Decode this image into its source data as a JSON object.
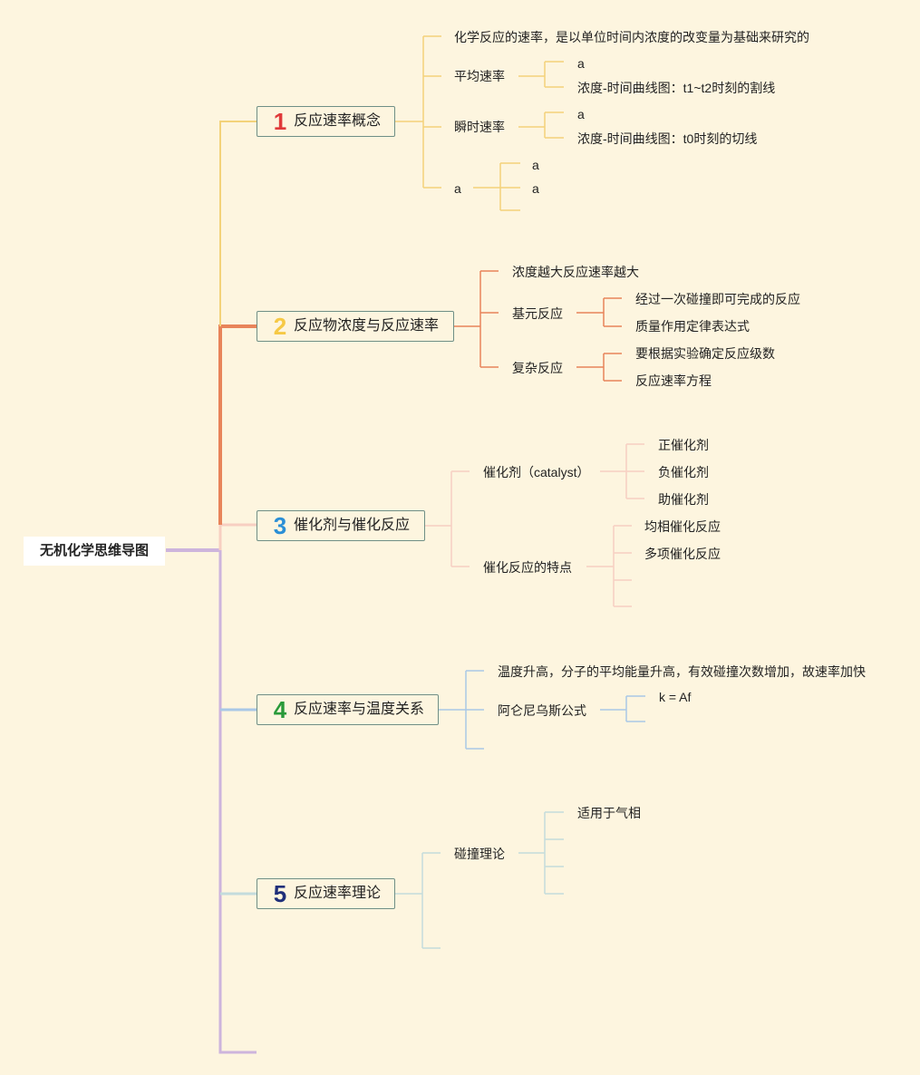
{
  "root": "无机化学思维导图",
  "topics": [
    {
      "num": "1",
      "num_color": "#e03a3a",
      "title": "反应速率概念",
      "line_color": "#f3d27a",
      "children": [
        {
          "label": "化学反应的速率，是以单位时间内浓度的改变量为基础来研究的"
        },
        {
          "label": "平均速率",
          "children": [
            "a",
            "浓度-时间曲线图：t1~t2时刻的割线"
          ]
        },
        {
          "label": "瞬时速率",
          "children": [
            "a",
            "浓度-时间曲线图：t0时刻的切线"
          ]
        },
        {
          "label": "a",
          "children": [
            "a",
            "a"
          ]
        }
      ]
    },
    {
      "num": "2",
      "num_color": "#f6c945",
      "title": "反应物浓度与反应速率",
      "line_color": "#e8845a",
      "children": [
        {
          "label": "浓度越大反应速率越大"
        },
        {
          "label": "基元反应",
          "children": [
            "经过一次碰撞即可完成的反应",
            "质量作用定律表达式"
          ]
        },
        {
          "label": "复杂反应",
          "children": [
            "要根据实验确定反应级数",
            "反应速率方程"
          ]
        }
      ]
    },
    {
      "num": "3",
      "num_color": "#2b8fd6",
      "title": "催化剂与催化反应",
      "line_color": "#f7cfc2",
      "children": [
        {
          "label": "催化剂（catalyst）",
          "children": [
            "正催化剂",
            "负催化剂",
            "助催化剂"
          ]
        },
        {
          "label": "催化反应的特点",
          "children": [
            "均相催化反应",
            "多项催化反应"
          ]
        }
      ]
    },
    {
      "num": "4",
      "num_color": "#2a9a3a",
      "title": "反应速率与温度关系",
      "line_color": "#a9c8e6",
      "children": [
        {
          "label": "温度升高，分子的平均能量升高，有效碰撞次数增加，故速率加快"
        },
        {
          "label": "阿仑尼乌斯公式",
          "children": [
            "k = Af"
          ]
        }
      ]
    },
    {
      "num": "5",
      "num_color": "#1f2f7a",
      "title": "反应速率理论",
      "line_color": "#c4dcdc",
      "children": [
        {
          "label": "碰撞理论",
          "children": [
            "适用于气相"
          ]
        }
      ]
    }
  ],
  "colors": {
    "background": "#fdf5df",
    "trunk": "#cdb4dc",
    "box_border": "#6f8f86"
  }
}
